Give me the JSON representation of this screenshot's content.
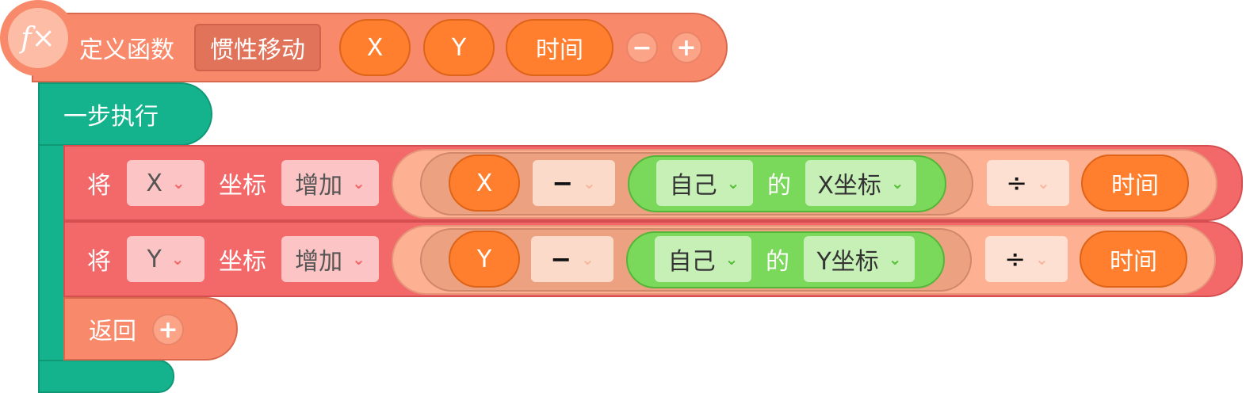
{
  "function_block": {
    "icon": "fx-icon",
    "icon_text": "f×",
    "define_label": "定义函数",
    "name": "惯性移动",
    "params": [
      "X",
      "Y",
      "时间"
    ],
    "remove_label": "−",
    "add_label": "+"
  },
  "step_block": {
    "label": "一步执行"
  },
  "statements": [
    {
      "prefix": "将",
      "axis": "X",
      "coord_label": "坐标",
      "action": "增加",
      "var": "X",
      "minus": "−",
      "self": "自己",
      "of": "的",
      "prop": "X坐标",
      "divide": "÷",
      "divisor": "时间"
    },
    {
      "prefix": "将",
      "axis": "Y",
      "coord_label": "坐标",
      "action": "增加",
      "var": "Y",
      "minus": "−",
      "self": "自己",
      "of": "的",
      "prop": "Y坐标",
      "divide": "÷",
      "divisor": "时间"
    }
  ],
  "return_block": {
    "label": "返回",
    "add_label": "+"
  },
  "colors": {
    "function": "#f8896a",
    "param": "#ff7f2e",
    "step": "#15b38d",
    "statement": "#f3696a",
    "sensing": "#7ad85a",
    "operator": "#fdb092"
  }
}
